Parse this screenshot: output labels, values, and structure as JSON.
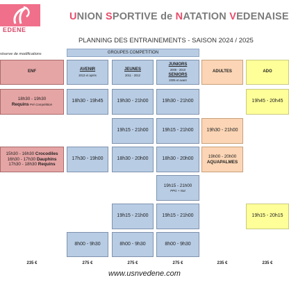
{
  "logo": {
    "icon": "club-logo-icon",
    "brand_text": "EDENE",
    "color": "#f06f8a"
  },
  "header": {
    "title_parts": [
      {
        "text": "U",
        "cap": true
      },
      {
        "text": "NION ",
        "cap": false
      },
      {
        "text": "S",
        "cap": true
      },
      {
        "text": "PORTIVE de ",
        "cap": false
      },
      {
        "text": "N",
        "cap": true
      },
      {
        "text": "ATATION ",
        "cap": false
      },
      {
        "text": "V",
        "cap": true
      },
      {
        "text": "EDENAISE",
        "cap": false
      }
    ],
    "subtitle": "PLANNING DES ENTRAINEMENTS   -   SAISON 2024 / 2025",
    "reserve_note": "réserve de modifications"
  },
  "group_banner": "GROUPES COMPETITION",
  "columns": [
    {
      "key": "enf",
      "name": "ENF",
      "sub": [],
      "underline": false,
      "color": "red"
    },
    {
      "key": "avenir",
      "name": "AVENIR",
      "sub": [
        "2013 et après"
      ],
      "underline": true,
      "color": "blue"
    },
    {
      "key": "jeunes",
      "name": "JEUNES",
      "sub": [
        "2011 - 2012"
      ],
      "underline": true,
      "color": "blue"
    },
    {
      "key": "juniors",
      "name": "JUNIORS",
      "sub": [
        "2006 - 2010"
      ],
      "name2": "SENIORS",
      "sub2": [
        "2005 et avant"
      ],
      "underline": true,
      "color": "blue"
    },
    {
      "key": "adultes",
      "name": "ADULTES",
      "sub": [],
      "underline": false,
      "color": "peach"
    },
    {
      "key": "ado",
      "name": "ADO",
      "sub": [],
      "underline": false,
      "color": "yellow"
    }
  ],
  "cells": [
    {
      "col": 0,
      "row": 0,
      "span": 1,
      "color": "red",
      "lines": [
        {
          "text": "18h30 - 19h30",
          "bold": false
        },
        {
          "parts": [
            {
              "text": "Requins",
              "bold": true
            },
            {
              "text": " Pré Compétition",
              "bold": false,
              "small": true
            }
          ]
        }
      ]
    },
    {
      "col": 1,
      "row": 0,
      "span": 1,
      "color": "blue",
      "lines": [
        {
          "text": "18h30 - 19h45"
        }
      ]
    },
    {
      "col": 2,
      "row": 0,
      "span": 1,
      "color": "blue",
      "lines": [
        {
          "text": "19h30 - 21h00"
        }
      ]
    },
    {
      "col": 3,
      "row": 0,
      "span": 1,
      "color": "blue",
      "lines": [
        {
          "text": "19h30 - 21h00"
        }
      ]
    },
    {
      "col": 5,
      "row": 0,
      "span": 1,
      "color": "yellow",
      "lines": [
        {
          "text": "19h45 - 20h45"
        }
      ]
    },
    {
      "col": 2,
      "row": 1,
      "span": 1,
      "color": "blue",
      "lines": [
        {
          "text": "19h15 - 21h00"
        }
      ]
    },
    {
      "col": 3,
      "row": 1,
      "span": 1,
      "color": "blue",
      "lines": [
        {
          "text": "19h15 - 21h00"
        }
      ]
    },
    {
      "col": 4,
      "row": 1,
      "span": 1,
      "color": "peach",
      "lines": [
        {
          "text": "19h30 - 21h00"
        }
      ]
    },
    {
      "col": 0,
      "row": 2,
      "span": 1,
      "color": "red",
      "lines": [
        {
          "parts": [
            {
              "text": "15h30 - 16h30 ",
              "bold": false
            },
            {
              "text": "Crocodiles",
              "bold": true
            }
          ]
        },
        {
          "parts": [
            {
              "text": "16h30 - 17h30 ",
              "bold": false
            },
            {
              "text": "Dauphins",
              "bold": true
            }
          ]
        },
        {
          "parts": [
            {
              "text": "17h30 - 18h30 ",
              "bold": false
            },
            {
              "text": "Requins",
              "bold": true
            }
          ]
        }
      ]
    },
    {
      "col": 1,
      "row": 2,
      "span": 1,
      "color": "blue",
      "lines": [
        {
          "text": "17h30 - 19h00"
        }
      ]
    },
    {
      "col": 2,
      "row": 2,
      "span": 1,
      "color": "blue",
      "lines": [
        {
          "text": "18h30 - 20h00"
        }
      ]
    },
    {
      "col": 3,
      "row": 2,
      "span": 1,
      "color": "blue",
      "lines": [
        {
          "text": "18h30 - 20h00"
        }
      ]
    },
    {
      "col": 4,
      "row": 2,
      "span": 1,
      "color": "peach",
      "lines": [
        {
          "text": "19h00 - 20h00"
        },
        {
          "text": "AQUAPALMES",
          "bold": true
        }
      ]
    },
    {
      "col": 3,
      "row": 3,
      "span": 1,
      "color": "blue",
      "lines": [
        {
          "text": "19h15 - 21h00"
        },
        {
          "text": "PPG + Nat",
          "small": true
        }
      ]
    },
    {
      "col": 2,
      "row": 4,
      "span": 1,
      "color": "blue",
      "lines": [
        {
          "text": "19h15 - 21h00"
        }
      ]
    },
    {
      "col": 3,
      "row": 4,
      "span": 1,
      "color": "blue",
      "lines": [
        {
          "text": "19h15 - 21h00"
        }
      ]
    },
    {
      "col": 5,
      "row": 4,
      "span": 1,
      "color": "yellow",
      "lines": [
        {
          "text": "19h15 - 20h15"
        }
      ]
    },
    {
      "col": 1,
      "row": 5,
      "span": 1,
      "color": "blue",
      "lines": [
        {
          "text": "8h00 - 9h30"
        }
      ]
    },
    {
      "col": 2,
      "row": 5,
      "span": 1,
      "color": "blue",
      "lines": [
        {
          "text": "8h00 - 9h30"
        }
      ]
    },
    {
      "col": 3,
      "row": 5,
      "span": 1,
      "color": "blue",
      "lines": [
        {
          "text": "8h00 - 9h30"
        }
      ]
    }
  ],
  "prices": [
    "235 €",
    "275 €",
    "275 €",
    "275 €",
    "235 €",
    "235 €"
  ],
  "website": "www.usnvedene.com"
}
